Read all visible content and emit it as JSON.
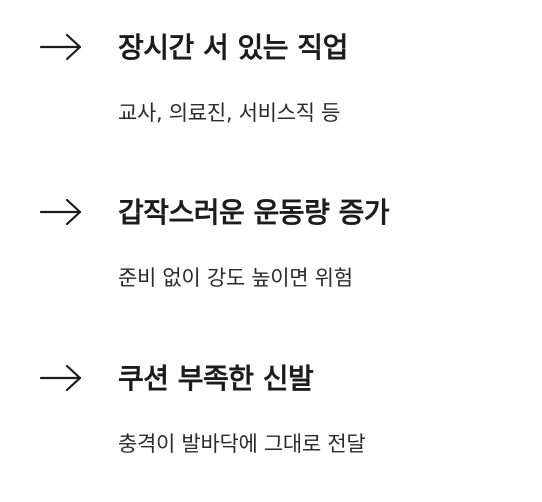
{
  "items": [
    {
      "arrow_icon": "arrow-right-icon",
      "title": "장시간 서 있는 직업",
      "description": "교사, 의료진, 서비스직 등"
    },
    {
      "arrow_icon": "arrow-right-icon",
      "title": "갑작스러운 운동량 증가",
      "description": "준비 없이 강도 높이면 위험"
    },
    {
      "arrow_icon": "arrow-right-icon",
      "title": "쿠션 부족한 신발",
      "description": "충격이 발바닥에 그대로 전달"
    }
  ],
  "colors": {
    "background": "#ffffff",
    "title": "#1c1c1c",
    "description": "#2b2b2b",
    "arrow": "#1c1c1c"
  }
}
